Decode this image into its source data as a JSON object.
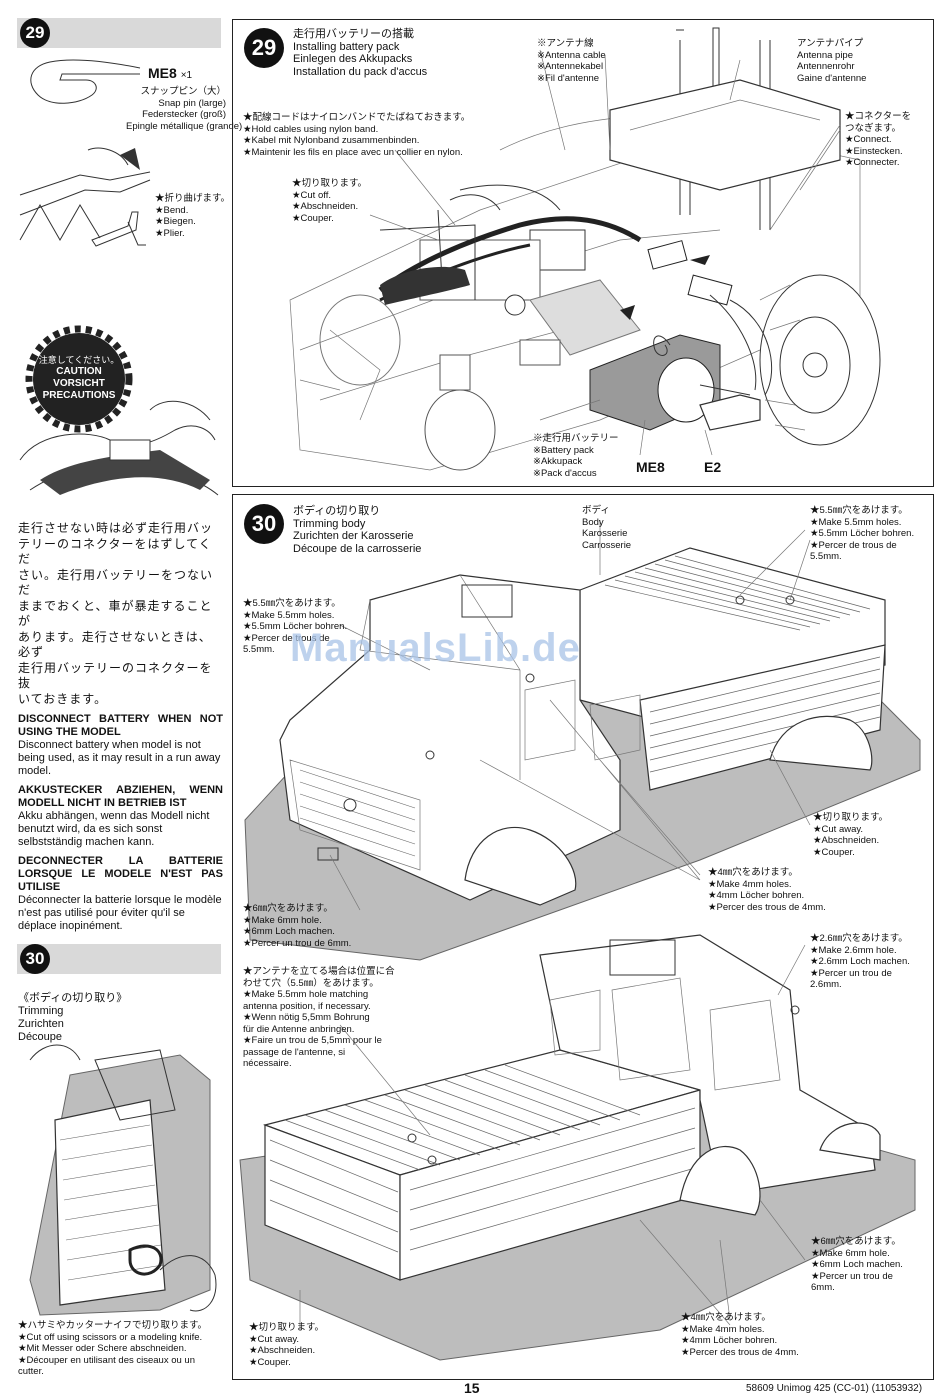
{
  "page": {
    "number": "15",
    "footer": "58609 Unimog 425 (CC-01) (11053932)"
  },
  "watermark": "ManualsLib.de",
  "left29": {
    "step": "29",
    "part_code": "ME8",
    "part_qty": "×1",
    "part_jp": "スナップピン（大）",
    "part_en": "Snap pin (large)",
    "part_de": "Federstecker (groß)",
    "part_fr": "Epingle métallique (grande)",
    "bend": [
      "★折り曲げます。",
      "★Bend.",
      "★Biegen.",
      "★Plier."
    ]
  },
  "caution": {
    "jp": "注意してください。",
    "en": "CAUTION",
    "de": "VORSICHT",
    "fr": "PRECAUTIONS"
  },
  "warning": {
    "jp": [
      "走行させない時は必ず走行用バッ",
      "テリーのコネクターをはずしてくだ",
      "さい。走行用バッテリーをつないだ",
      "ままでおくと、車が暴走することが",
      "あります。走行させないときは、必ず",
      "走行用バッテリーのコネクターを抜",
      "いておきます。"
    ],
    "en_head": "DISCONNECT BATTERY WHEN NOT USING THE MODEL",
    "en_body": "Disconnect battery when model is not being used, as it may result in a run away model.",
    "de_head": "AKKUSTECKER ABZIEHEN, WENN MODELL NICHT IN BETRIEB IST",
    "de_body": "Akku abhängen, wenn das Modell nicht benutzt wird, da es sich sonst selbstständig machen kann.",
    "fr_head": "DECONNECTER LA BATTERIE LORSQUE LE MODELE N'EST PAS UTILISE",
    "fr_body": "Déconnecter la batterie lorsque le modèle n'est pas utilisé pour éviter qu'il se déplace inopinément."
  },
  "left30": {
    "step": "30",
    "title": [
      "《ボディの切り取り》",
      "Trimming",
      "Zurichten",
      "Découpe"
    ],
    "scissors": [
      "★ハサミやカッターナイフで切り取ります。",
      "★Cut off using scissors or a modeling knife.",
      "★Mit Messer oder Schere abschneiden.",
      "★Découper en utilisant des ciseaux ou un",
      "cutter."
    ]
  },
  "main29": {
    "step": "29",
    "title": [
      "走行用バッテリーの搭載",
      "Installing battery pack",
      "Einlegen des Akkupacks",
      "Installation du pack d'accus"
    ],
    "antenna_cable": [
      "※アンテナ線",
      "※Antenna cable",
      "※Antennekabel",
      "※Fil d'antenne"
    ],
    "antenna_pipe": [
      "アンテナパイプ",
      "Antenna pipe",
      "Antennenrohr",
      "Gaine d'antenne"
    ],
    "cables": [
      "★配線コードはナイロンバンドでたばねておきます。",
      "★Hold cables using nylon band.",
      "★Kabel mit Nylonband zusammenbinden.",
      "★Maintenir les fils en place avec un collier en nylon."
    ],
    "cutoff": [
      "★切り取ります。",
      "★Cut off.",
      "★Abschneiden.",
      "★Couper."
    ],
    "connector": [
      "★コネクターを",
      "つなぎます。",
      "★Connect.",
      "★Einstecken.",
      "★Connecter."
    ],
    "battery": [
      "※走行用バッテリー",
      "※Battery pack",
      "※Akkupack",
      "※Pack d'accus"
    ],
    "me8": "ME8",
    "e2": "E2"
  },
  "main30": {
    "step": "30",
    "title": [
      "ボディの切り取り",
      "Trimming body",
      "Zurichten der Karosserie",
      "Découpe de la carrosserie"
    ],
    "body": [
      "ボディ",
      "Body",
      "Karosserie",
      "Carrosserie"
    ],
    "holes55_tr": [
      "★5.5㎜穴をあけます。",
      "★Make 5.5mm holes.",
      "★5.5mm Löcher bohren.",
      "★Percer de trous de",
      "5.5mm."
    ],
    "holes55_l": [
      "★5.5㎜穴をあけます。",
      "★Make 5.5mm holes.",
      "★5.5mm Löcher bohren.",
      "★Percer de trous de",
      "5.5mm."
    ],
    "cut1": [
      "★切り取ります。",
      "★Cut away.",
      "★Abschneiden.",
      "★Couper."
    ],
    "holes4_1": [
      "★4㎜穴をあけます。",
      "★Make 4mm holes.",
      "★4mm Löcher bohren.",
      "★Percer des trous de 4mm."
    ],
    "hole6_1": [
      "★6㎜穴をあけます。",
      "★Make 6mm hole.",
      "★6mm Loch machen.",
      "★Percer un trou de 6mm."
    ],
    "hole26": [
      "★2.6㎜穴をあけます。",
      "★Make 2.6mm hole.",
      "★2.6mm Loch machen.",
      "★Percer un trou de",
      "2.6mm."
    ],
    "antenna_hole": [
      "★アンテナを立てる場合は位置に合",
      "わせて穴（5.5㎜）をあけます。",
      "★Make 5.5mm hole matching",
      "antenna position, if necessary.",
      "★Wenn nötig 5,5mm Bohrung",
      "für die Antenne anbringen.",
      "★Faire un trou de 5,5mm pour le",
      "passage de l'antenne, si",
      "nécessaire."
    ],
    "hole6_2": [
      "★6㎜穴をあけます。",
      "★Make 6mm hole.",
      "★6mm Loch machen.",
      "★Percer un trou de",
      "6mm."
    ],
    "cut2": [
      "★切り取ります。",
      "★Cut away.",
      "★Abschneiden.",
      "★Couper."
    ],
    "holes4_2": [
      "★4㎜穴をあけます。",
      "★Make 4mm holes.",
      "★4mm Löcher bohren.",
      "★Percer des trous de 4mm."
    ]
  }
}
